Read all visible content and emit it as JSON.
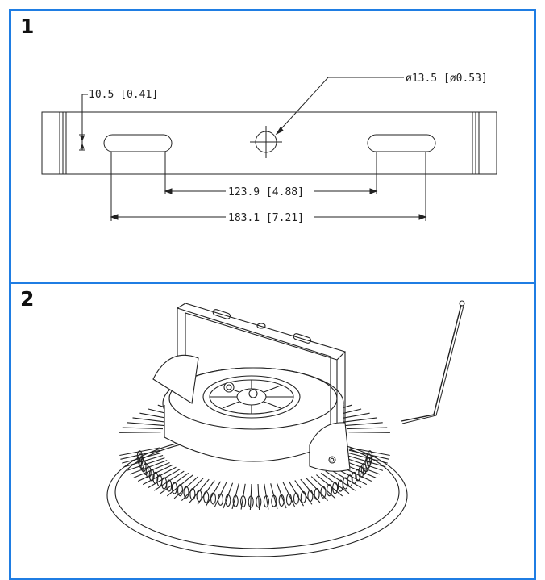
{
  "steps": [
    {
      "number": "1"
    },
    {
      "number": "2"
    }
  ],
  "dimensions": {
    "slot_height": "10.5 [0.41]",
    "hole_diameter": "ø13.5 [ø0.53]",
    "inner_spacing": "123.9 [4.88]",
    "outer_spacing": "183.1 [7.21]"
  },
  "colors": {
    "frame": "#1f7de3",
    "line": "#222222"
  }
}
